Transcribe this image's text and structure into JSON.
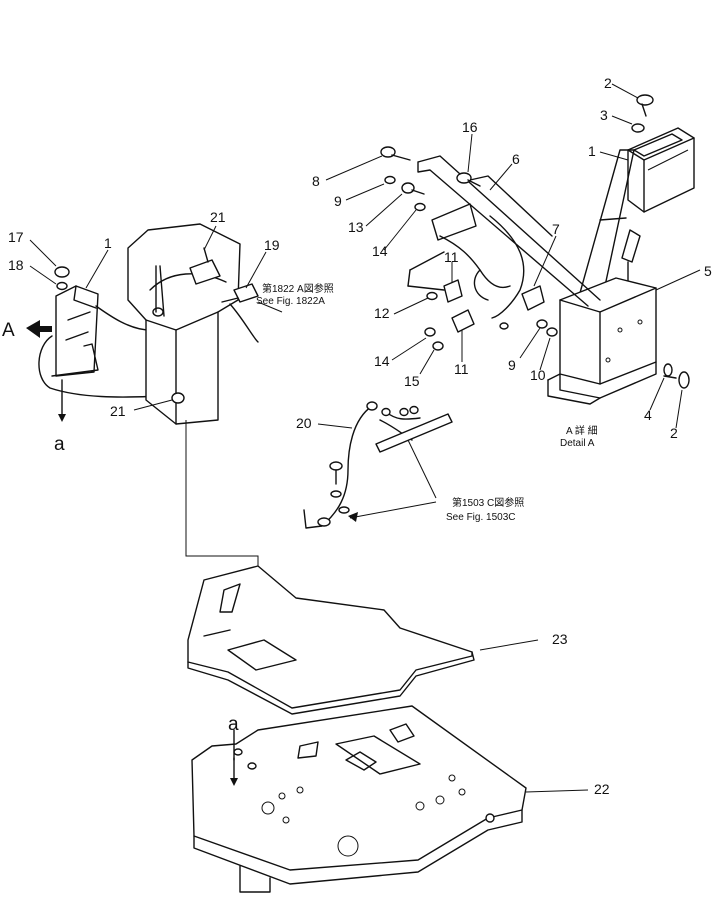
{
  "callouts": {
    "c1_top": "1",
    "c2_top": "2",
    "c3": "3",
    "c16": "16",
    "c6": "6",
    "c8": "8",
    "c9_top": "9",
    "c13": "13",
    "c14_top": "14",
    "c7": "7",
    "c5": "5",
    "c11_top": "11",
    "c12": "12",
    "c14_bot": "14",
    "c15": "15",
    "c11_bot": "11",
    "c9_bot": "9",
    "c10": "10",
    "c4": "4",
    "c2_bot": "2",
    "c17": "17",
    "c18": "18",
    "c1_left": "1",
    "c21_top": "21",
    "c19": "19",
    "c21_bot": "21",
    "c20": "20",
    "c23": "23",
    "c22": "22",
    "view_A": "A",
    "view_a_top": "a",
    "view_a_bot": "a"
  },
  "notes": {
    "ref1822_jp": "第1822 A図参照",
    "ref1822_en": "See Fig. 1822A",
    "ref1503_jp": "第1503 C図参照",
    "ref1503_en": "See Fig. 1503C",
    "detail_jp": "A 詳 細",
    "detail_en": "Detail A"
  }
}
